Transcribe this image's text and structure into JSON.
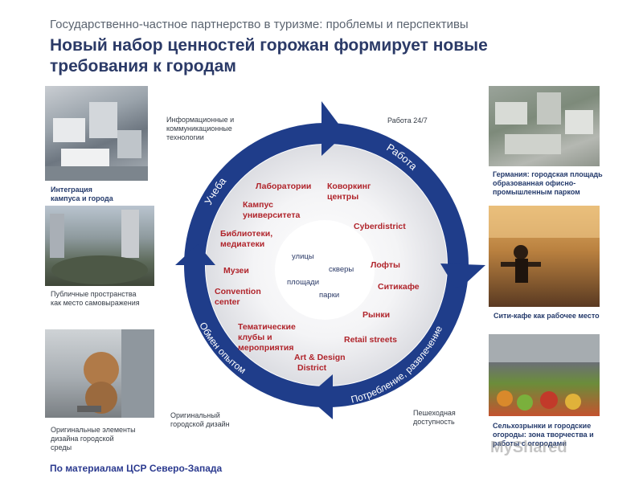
{
  "header": {
    "subtitle": "Государственно-частное партнерство в туризме: проблемы и перспективы",
    "title": "Новый набор ценностей горожан формирует новые требования к городам"
  },
  "cycle": {
    "segments": {
      "study": "Учеба",
      "work": "Работа",
      "leisure": "Потребление, развлечение",
      "exchange": "Обмен опытом"
    },
    "outer_labels": {
      "ict": [
        "Информационные и",
        "коммуникационные",
        "технологии"
      ],
      "work247": "Работа 24/7",
      "design": [
        "Оригинальный",
        "городской дизайн"
      ],
      "walk": [
        "Пешеходная",
        "доступность"
      ]
    },
    "ring_items": {
      "labs": "Лаборатории",
      "coworking": [
        "Коворкинг",
        "центры"
      ],
      "campus": [
        "Кампус",
        "университета"
      ],
      "cyberdistrict": "Cyberdistrict",
      "libraries": [
        "Библиотеки,",
        "медиатеки"
      ],
      "lofts": "Лофты",
      "museums": "Музеи",
      "citycafe": "Ситикафе",
      "convention": [
        "Convention",
        "center"
      ],
      "markets": "Рынки",
      "clubs": [
        "Тематические",
        "клубы и",
        "мероприятия"
      ],
      "retail": "Retail streets",
      "artdesign": [
        "Art & Design",
        "District"
      ]
    },
    "center_items": {
      "streets": "улицы",
      "squares": "скверы",
      "plazas": "площади",
      "parks": "парки"
    }
  },
  "photos": {
    "campus": [
      "Интеграция",
      "кампуса и города"
    ],
    "public": [
      "Публичные пространства",
      "как место самовыражения"
    ],
    "design": [
      "Оригинальные элементы",
      "дизайна городской",
      "среды"
    ],
    "germany": [
      "Германия: городская площадь",
      "образованная офисно-",
      "промышленным парком"
    ],
    "cafe": "Сити-кафе как рабочее место",
    "farm": [
      "Сельхозрынки и городские",
      "огороды: зона творчества и",
      "работы с огородами"
    ]
  },
  "footer": {
    "source": "По материалам ЦСР Северо-Запада",
    "watermark": "MyShared"
  },
  "colors": {
    "ring_blue": "#1f3d8a",
    "item_red": "#b0242b",
    "title_blue": "#2b3a67"
  }
}
